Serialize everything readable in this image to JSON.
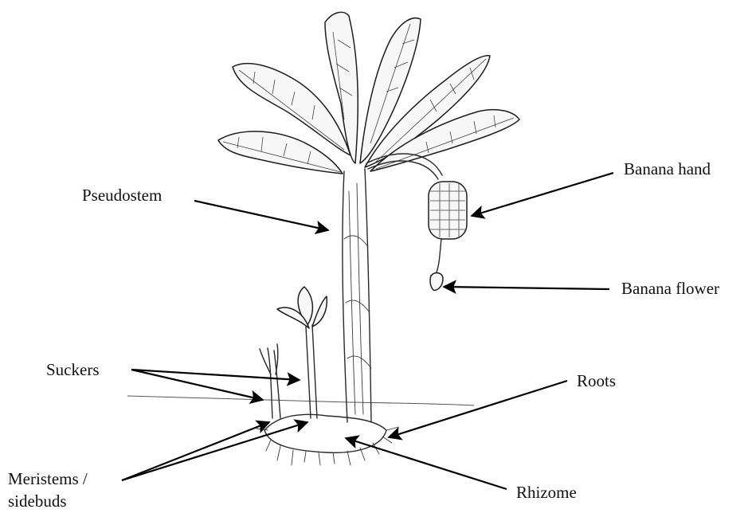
{
  "labels": {
    "pseudostem": "Pseudostem",
    "banana_hand": "Banana hand",
    "banana_flower": "Banana flower",
    "suckers": "Suckers",
    "roots": "Roots",
    "meristems_line1": "Meristems /",
    "meristems_line2": "sidebuds",
    "rhizome": "Rhizome"
  },
  "colors": {
    "ink": "#111111",
    "background": "#ffffff"
  }
}
